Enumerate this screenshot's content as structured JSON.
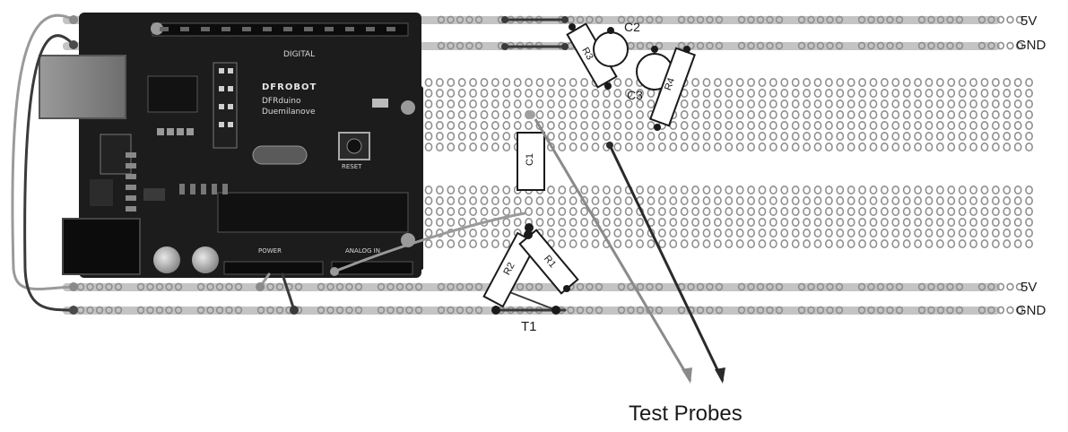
{
  "diagram": {
    "rails": {
      "top_5v": "5V",
      "top_gnd": "GND",
      "bottom_5v": "5V",
      "bottom_gnd": "GND"
    },
    "components": {
      "c1": "C1",
      "c2": "C2",
      "c3": "C3",
      "r1": "R1",
      "r2": "R2",
      "r3": "R3",
      "r4": "R4",
      "t1": "T1"
    },
    "probes_label": "Test Probes",
    "board": {
      "brand": "DFROBOT",
      "model_line1": "DFRduino",
      "model_line2": "Duemilanove",
      "digital": "DIGITAL",
      "power": "POWER",
      "analog": "ANALOG IN",
      "reset": "RESET"
    },
    "colors": {
      "board": "#1c1c1c",
      "rail": "#b9b9b9",
      "hole": "#8f8f8f",
      "wire_dark": "#3a3a3a",
      "wire_light": "#9a9a9a"
    }
  }
}
